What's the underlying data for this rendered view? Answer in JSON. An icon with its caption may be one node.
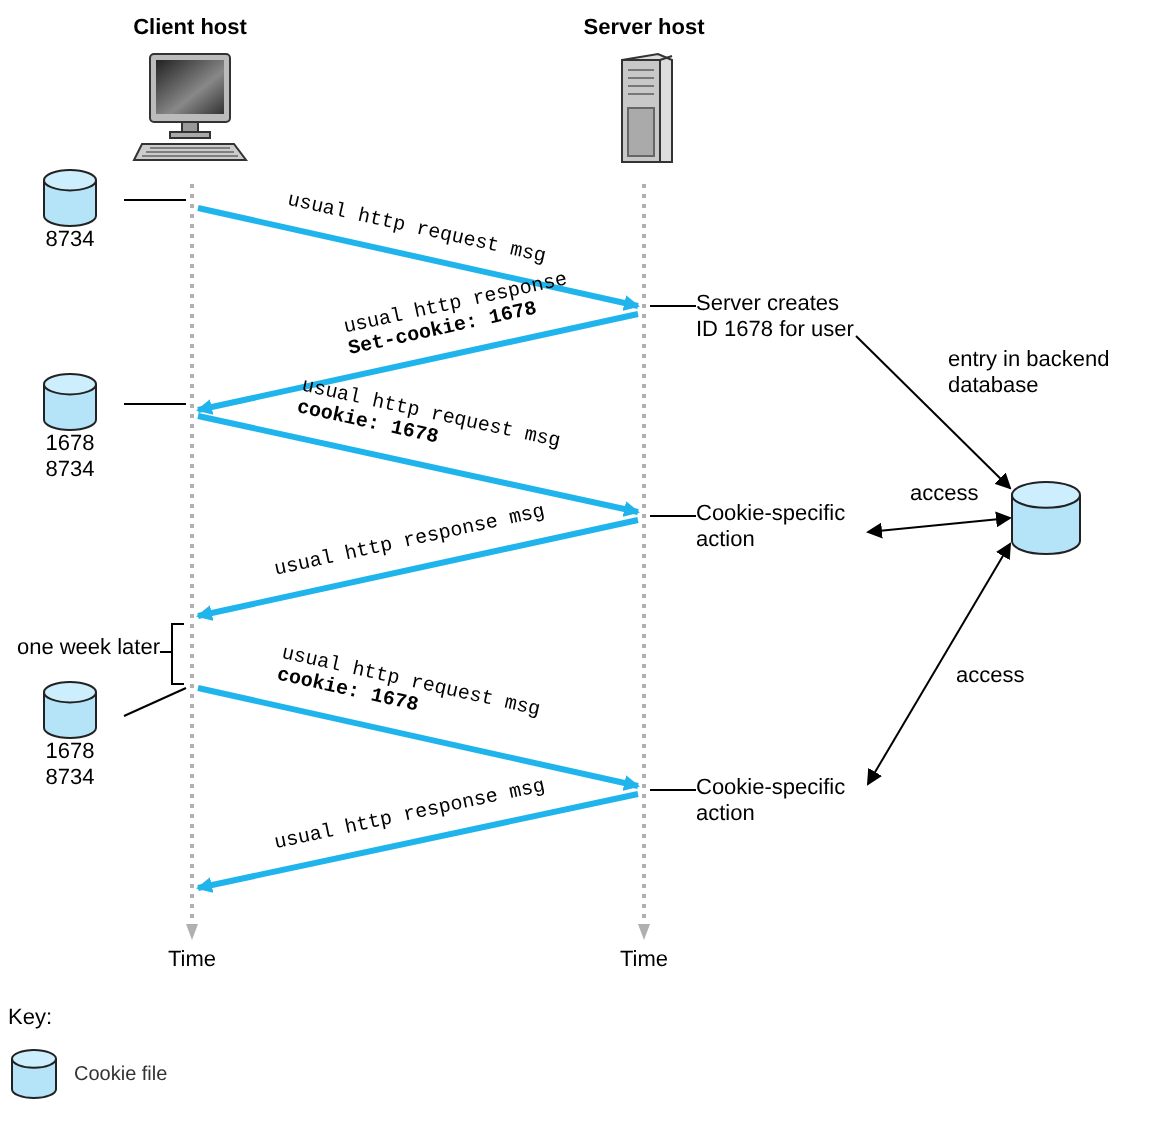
{
  "diagram": {
    "nodes": [
      {
        "text": [
          "Client host"
        ]
      },
      {
        "text": [
          "Server host"
        ]
      },
      {
        "text": [],
        "shape": "bar",
        "beside": [
          "Time"
        ]
      },
      {
        "text": [],
        "shape": "bar",
        "beside": [
          "Time"
        ]
      },
      {
        "text": [
          "8734"
        ]
      },
      {
        "text": [
          "1678",
          "8734"
        ]
      },
      {
        "text": [
          "one week later"
        ]
      },
      {
        "text": [
          "1678",
          "8734"
        ]
      },
      {
        "text": [
          "Server creates ID 1678 for user"
        ]
      },
      {
        "text": [
          "Cookie-specific action"
        ]
      },
      {
        "text": [
          "Cookie-specific action"
        ]
      },
      {
        "text": [],
        "shape": "cylinder"
      }
    ],
    "edges": [
      {
        "from": 2,
        "to": 3,
        "arrow": "to",
        "label": "usual http request msg",
        "style": "thick",
        "color": "#1fb5ec"
      },
      {
        "from": 3,
        "to": 2,
        "arrow": "to",
        "label": "usual http response **Set-cookie: 1678**",
        "style": "thick",
        "color": "#1fb5ec"
      },
      {
        "from": 2,
        "to": 3,
        "arrow": "to",
        "label": "usual http request msg **cookie: 1678**",
        "style": "thick",
        "color": "#1fb5ec"
      },
      {
        "from": 3,
        "to": 2,
        "arrow": "to",
        "label": "usual http response msg",
        "style": "thick",
        "color": "#1fb5ec"
      },
      {
        "from": 2,
        "to": 3,
        "arrow": "to",
        "label": "usual http request msg **cookie: 1678**",
        "style": "thick",
        "color": "#1fb5ec"
      },
      {
        "from": 3,
        "to": 2,
        "arrow": "to",
        "label": "usual http response msg",
        "style": "thick",
        "color": "#1fb5ec"
      },
      {
        "from": 4,
        "to": 2,
        "arrow": "none"
      },
      {
        "from": 5,
        "to": 2,
        "arrow": "none"
      },
      {
        "from": 7,
        "to": 2,
        "arrow": "none"
      },
      {
        "from": 3,
        "to": 8,
        "arrow": "none"
      },
      {
        "from": 3,
        "to": 9,
        "arrow": "none"
      },
      {
        "from": 3,
        "to": 10,
        "arrow": "none"
      },
      {
        "from": 8,
        "to": 11,
        "arrow": "to",
        "label": "entry in backend database"
      },
      {
        "from": 9,
        "to": 11,
        "arrow": "both",
        "label": "access"
      },
      {
        "from": 10,
        "to": 11,
        "arrow": "both",
        "label": "access"
      }
    ],
    "labels": [
      "Key:"
    ],
    "legend": [
      {
        "text": "Cookie file"
      }
    ]
  }
}
